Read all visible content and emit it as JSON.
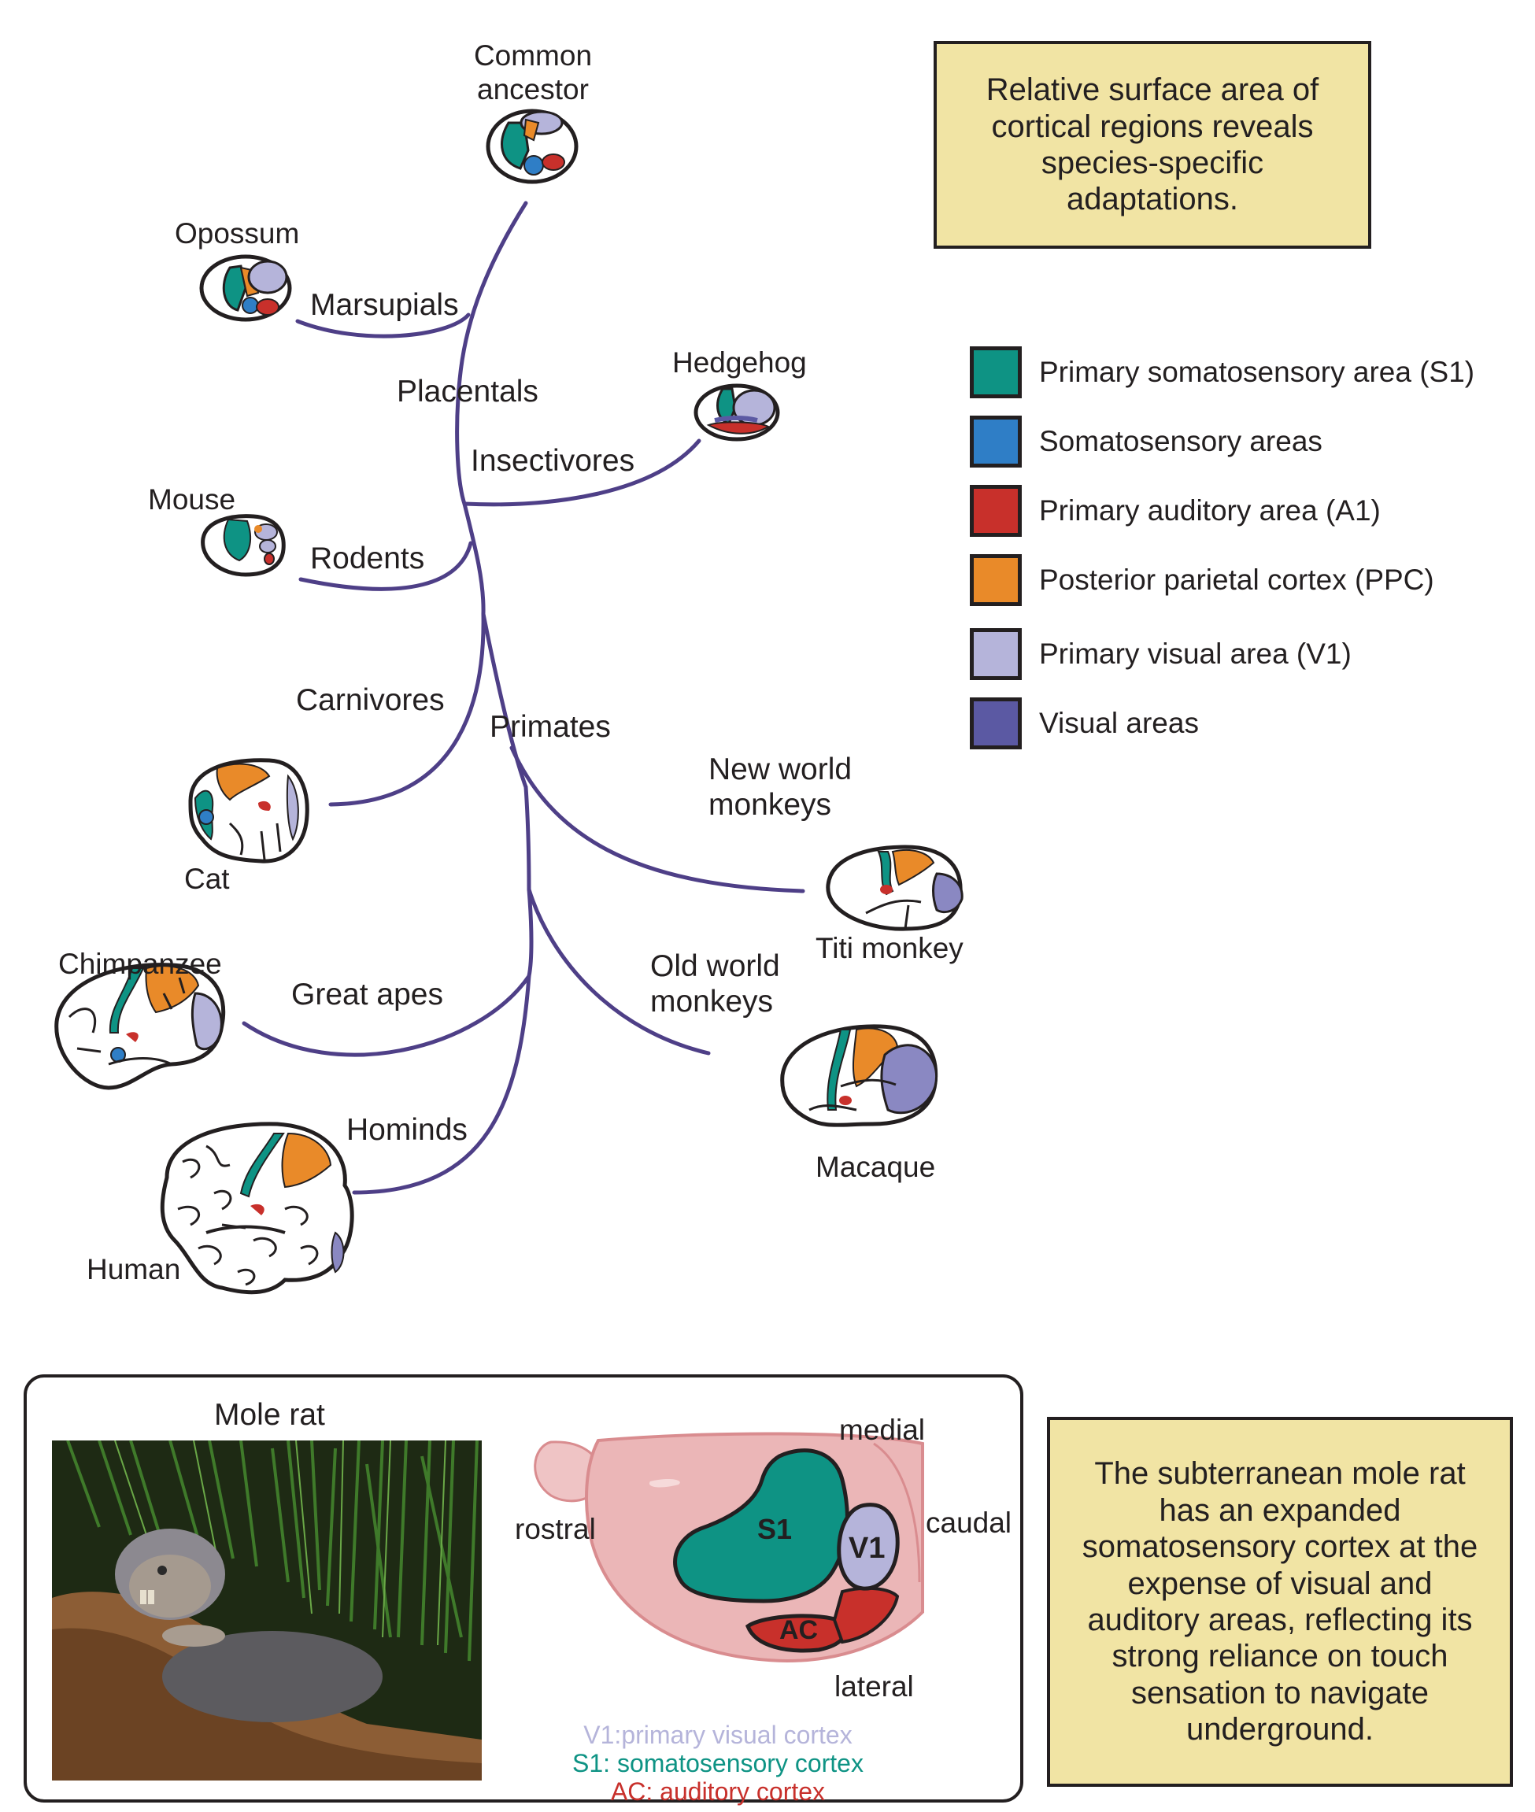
{
  "tree": {
    "nodes": {
      "common_ancestor": "Common\nancestor",
      "opossum": "Opossum",
      "hedgehog": "Hedgehog",
      "mouse": "Mouse",
      "cat": "Cat",
      "titi_monkey": "Titi monkey",
      "chimpanzee": "Chimpanzee",
      "macaque": "Macaque",
      "human": "Human"
    },
    "branches": {
      "marsupials": "Marsupials",
      "placentals": "Placentals",
      "insectivores": "Insectivores",
      "rodents": "Rodents",
      "carnivores": "Carnivores",
      "primates": "Primates",
      "new_world_monkeys": "New world\nmonkeys",
      "old_world_monkeys": "Old world\nmonkeys",
      "great_apes": "Great apes",
      "hominds": "Hominds"
    },
    "branch_color": "#4e3f87"
  },
  "notes": {
    "top": "Relative surface area of cortical regions reveals species-specific adaptations.",
    "bottom": "The subterranean mole rat has an expanded somatosensory cortex at the expense of visual and auditory areas, reflecting its strong reliance on touch sensation to navigate underground."
  },
  "legend": [
    {
      "label": "Primary somatosensory area (S1)",
      "color": "#0e9384"
    },
    {
      "label": "Somatosensory areas",
      "color": "#2f7ec6"
    },
    {
      "label": "Primary auditory area (A1)",
      "color": "#c8302b"
    },
    {
      "label": "Posterior parietal cortex (PPC)",
      "color": "#e98a29"
    },
    {
      "label": "Primary visual area (V1)",
      "color": "#b5b4da"
    },
    {
      "label": "Visual areas",
      "color": "#5b59a3"
    }
  ],
  "mole_rat_panel": {
    "title": "Mole rat",
    "orientation": {
      "medial": "medial",
      "rostral": "rostral",
      "caudal": "caudal",
      "lateral": "lateral"
    },
    "regions": {
      "s1": "S1",
      "v1": "V1",
      "ac": "AC"
    },
    "key": [
      {
        "text": "V1:primary visual cortex",
        "color": "#b5b4da"
      },
      {
        "text": "S1: somatosensory cortex",
        "color": "#0e9384"
      },
      {
        "text": "AC: auditory cortex",
        "color": "#c8302b"
      }
    ]
  }
}
